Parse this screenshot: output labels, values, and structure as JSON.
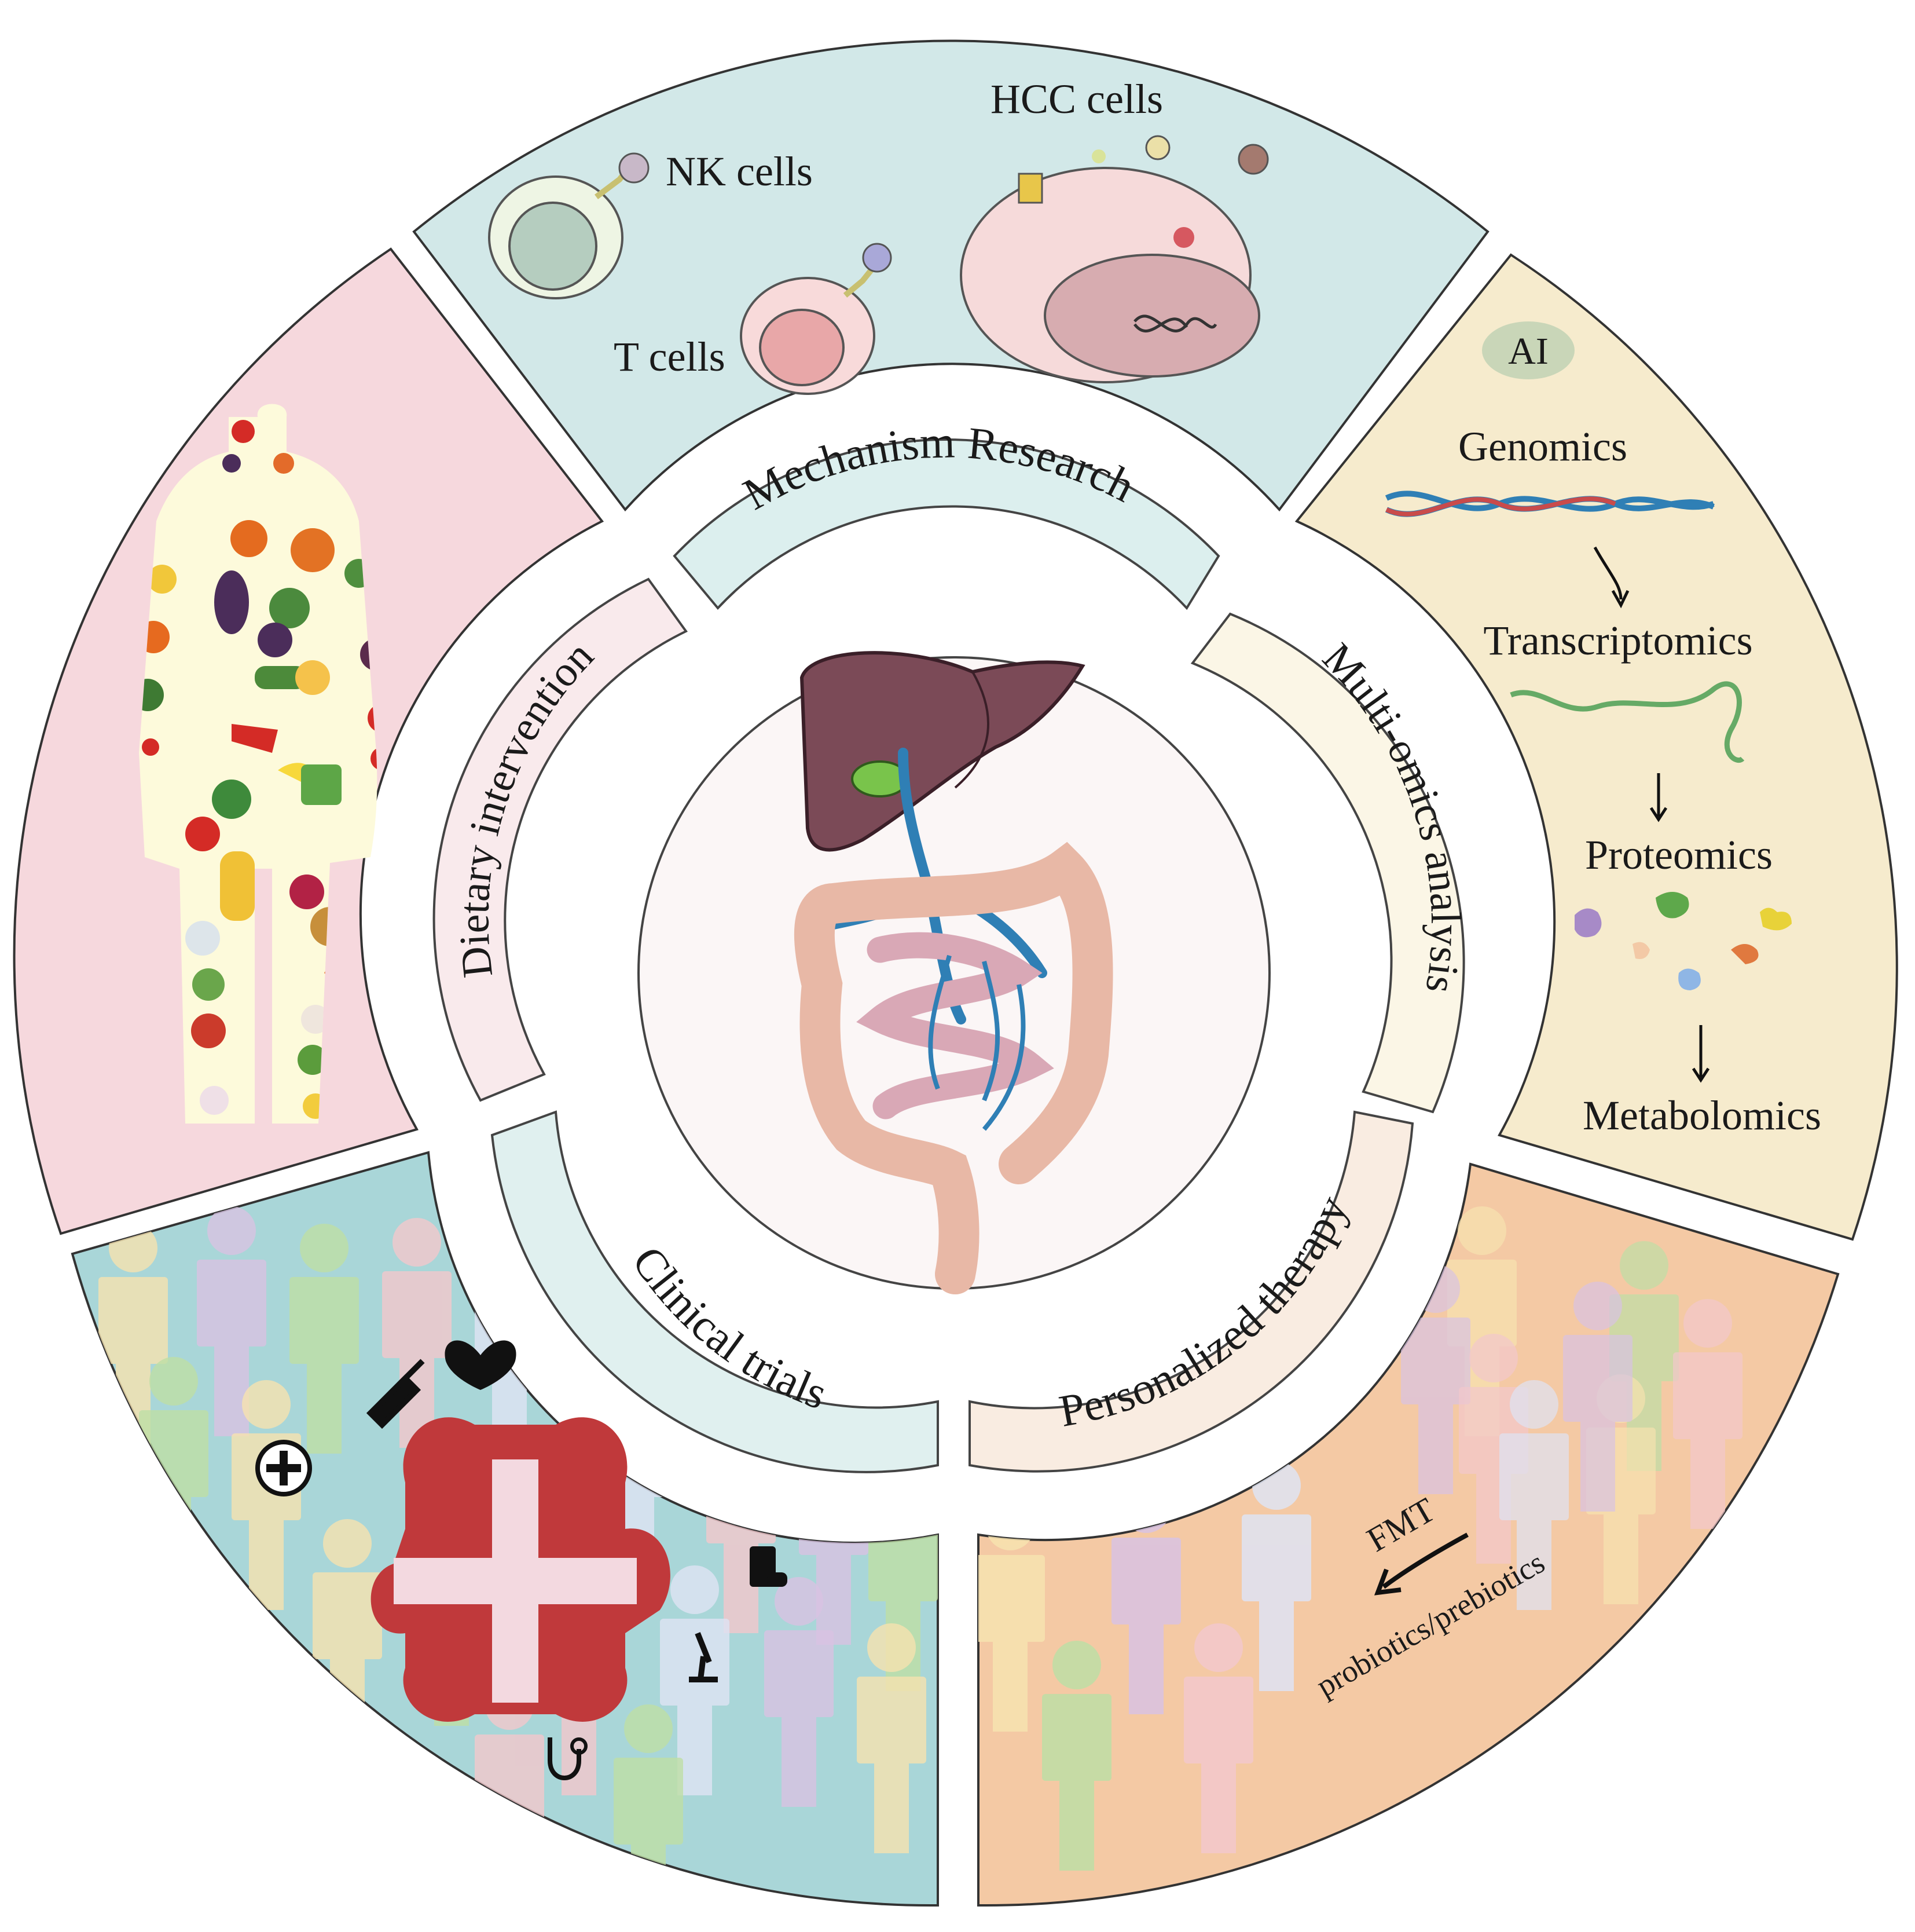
{
  "center": {
    "ring_labels": {
      "mechanism": "Mechanism Research",
      "multiomics": "Multi-omics analysis",
      "personalized": "Personalized therapy",
      "clinical": "Clinical trials",
      "dietary": "Dietary intervention"
    },
    "organ_icon": "liver-and-intestine-illustration"
  },
  "mechanism_panel": {
    "nk_label": "NK cells",
    "t_label": "T cells",
    "hcc_label": "HCC cells",
    "background_color": "#d2e8e8"
  },
  "multiomics_panel": {
    "ai_label": "AI",
    "genomics": "Genomics",
    "transcriptomics": "Transcriptomics",
    "proteomics": "Proteomics",
    "metabolomics": "Metabolomics",
    "background_color": "#f6ebcd"
  },
  "personalized_panel": {
    "fmt_label": "FMT",
    "probiotics_label": "probiotics/prebiotics",
    "background_color": "#f4c9a4"
  },
  "clinical_panel": {
    "icons": [
      "hospital-cross-icon",
      "heartbeat-icon",
      "syringe-icon",
      "medical-plus-icon",
      "pill-bottle-icon",
      "microscope-icon",
      "stethoscope-icon"
    ],
    "background_color": "#a9d6d8"
  },
  "dietary_panel": {
    "icon": "human-body-with-vegetables-icon",
    "background_color": "#f6d8dd"
  }
}
